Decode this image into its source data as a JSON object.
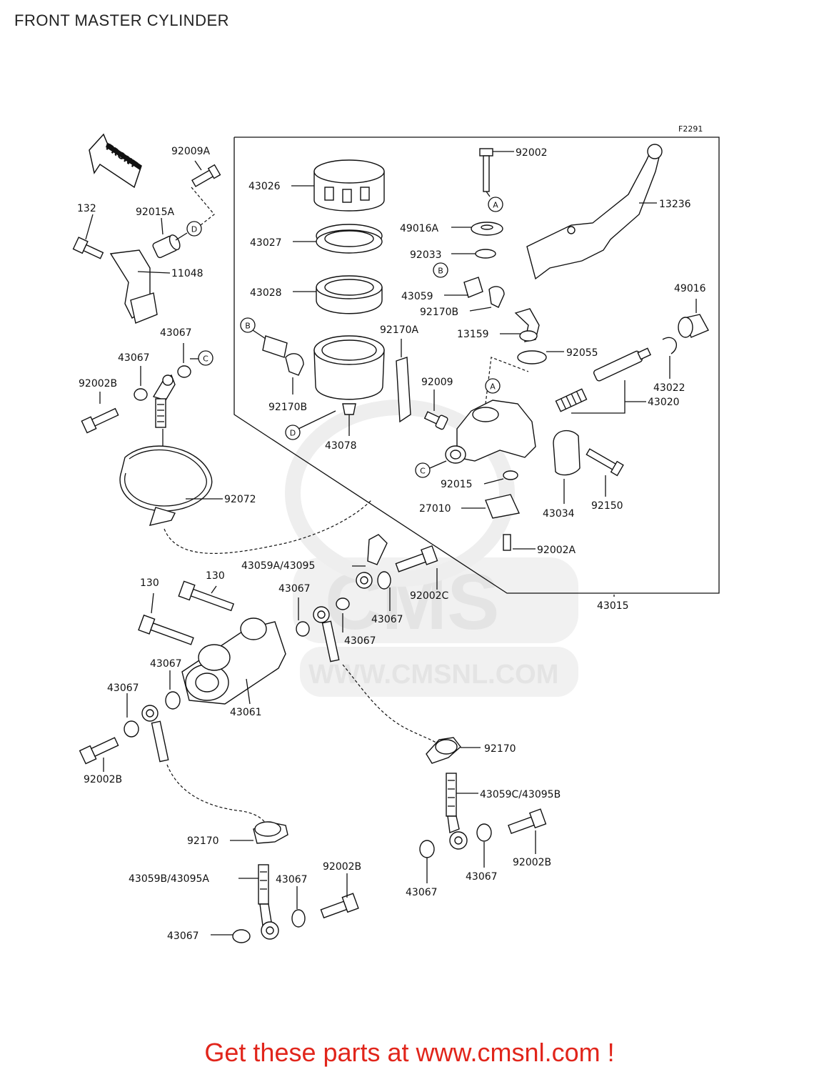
{
  "title": "FRONT MASTER CYLINDER",
  "figure_code": "F2291",
  "front_arrow_label": "FRONT",
  "watermark": {
    "logo": "CMS",
    "url": "WWW.CMSNL.COM"
  },
  "footer": "Get these parts at www.cmsnl.com !",
  "ref_markers": [
    "A",
    "B",
    "C",
    "D"
  ],
  "part_labels": {
    "p92009A": "92009A",
    "p132": "132",
    "p92015A": "92015A",
    "p11048": "11048",
    "p43067_a": "43067",
    "p43067_b": "43067",
    "p92002B_a": "92002B",
    "p92072": "92072",
    "p43026": "43026",
    "p43027": "43027",
    "p43028": "43028",
    "p92170B_a": "92170B",
    "p92170A": "92170A",
    "p43078": "43078",
    "p92009": "92009",
    "p92002": "92002",
    "p49016A": "49016A",
    "p92033": "92033",
    "p43059": "43059",
    "p92170B_b": "92170B",
    "p13159": "13159",
    "p92055": "92055",
    "p13236": "13236",
    "p49016": "49016",
    "p43022": "43022",
    "p43020": "43020",
    "p92015": "92015",
    "p27010": "27010",
    "p43034": "43034",
    "p92150": "92150",
    "p92002A": "92002A",
    "p43015": "43015",
    "p43059A": "43059A/43095",
    "p43067_c": "43067",
    "p92002C": "92002C",
    "p43067_d": "43067",
    "p43067_e": "43067",
    "p130_a": "130",
    "p130_b": "130",
    "p43067_f": "43067",
    "p43067_g": "43067",
    "p43061": "43061",
    "p92002B_b": "92002B",
    "p92170_a": "92170",
    "p43059C": "43059C/43095B",
    "p92002B_c": "92002B",
    "p43067_h": "43067",
    "p43067_i": "43067",
    "p92170_b": "92170",
    "p43059B": "43059B/43095A",
    "p43067_j": "43067",
    "p92002B_d": "92002B",
    "p43067_k": "43067"
  }
}
